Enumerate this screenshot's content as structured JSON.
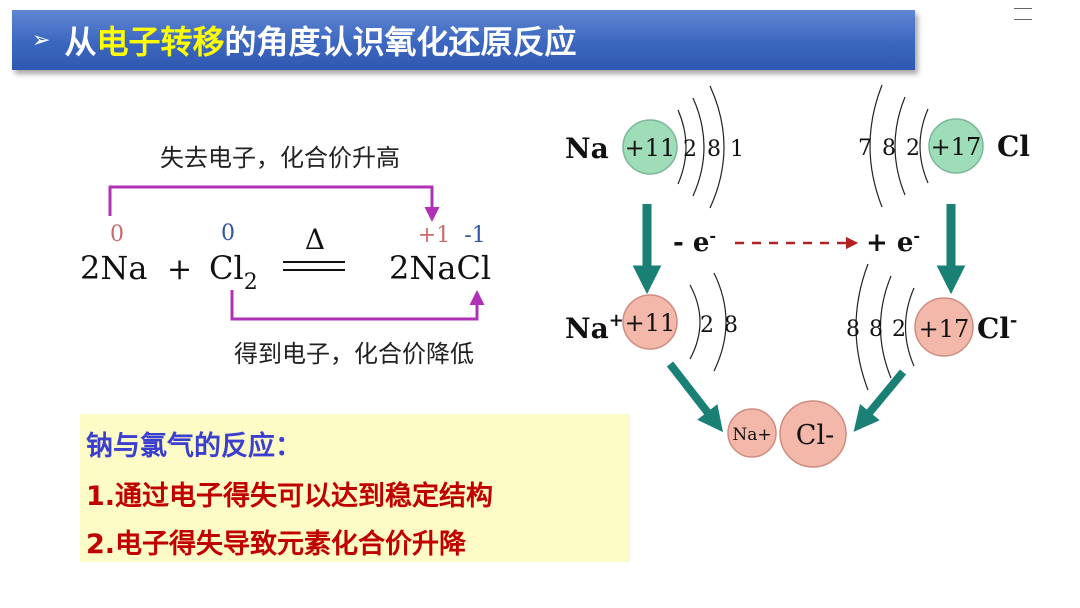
{
  "title": {
    "prefix": "从",
    "highlight": "电子转移",
    "suffix": "的角度认识氧化还原反应"
  },
  "equation": {
    "lose_label": "失去电子，化合价升高",
    "gain_label": "得到电子，化合价降低",
    "ox_na": "0",
    "ox_cl": "0",
    "ox_product_na": "+1",
    "ox_product_cl": "-1",
    "coef": "2Na",
    "plus": "+",
    "cl": "Cl",
    "cl_sub": "2",
    "heat": "Δ",
    "product": "2NaCl"
  },
  "atoms": {
    "na": {
      "symbol": "Na",
      "nucleus": "+11",
      "shells": [
        "2",
        "8",
        "1"
      ]
    },
    "cl": {
      "symbol": "Cl",
      "nucleus": "+17",
      "shells": [
        "7",
        "8",
        "2"
      ]
    },
    "na_ion": {
      "symbol": "Na",
      "sup": "+",
      "nucleus": "+11",
      "shells": [
        "2",
        "8"
      ]
    },
    "cl_ion": {
      "symbol": "Cl",
      "sup": "-",
      "nucleus": "+17",
      "shells": [
        "8",
        "8",
        "2"
      ]
    },
    "lose": {
      "text": "- e",
      "sup": "-"
    },
    "gain": {
      "text": "+ e",
      "sup": "-"
    },
    "pair": {
      "na": "Na+",
      "cl": "Cl-"
    }
  },
  "summary": {
    "heading": "钠与氯气的反应：",
    "points": [
      "1.通过电子得失可以达到稳定结构",
      "2.电子得失导致元素化合价升降"
    ]
  },
  "colors": {
    "title_bg": "#3c67c0",
    "title_highlight": "#ffff00",
    "bracket": "#b030b8",
    "arrow_teal": "#1a8076",
    "dashed_arrow": "#b22222",
    "neutral_fill": "#9fdcb8",
    "ion_fill": "#f4b8aa",
    "summary_bg": "#fefcc6"
  }
}
